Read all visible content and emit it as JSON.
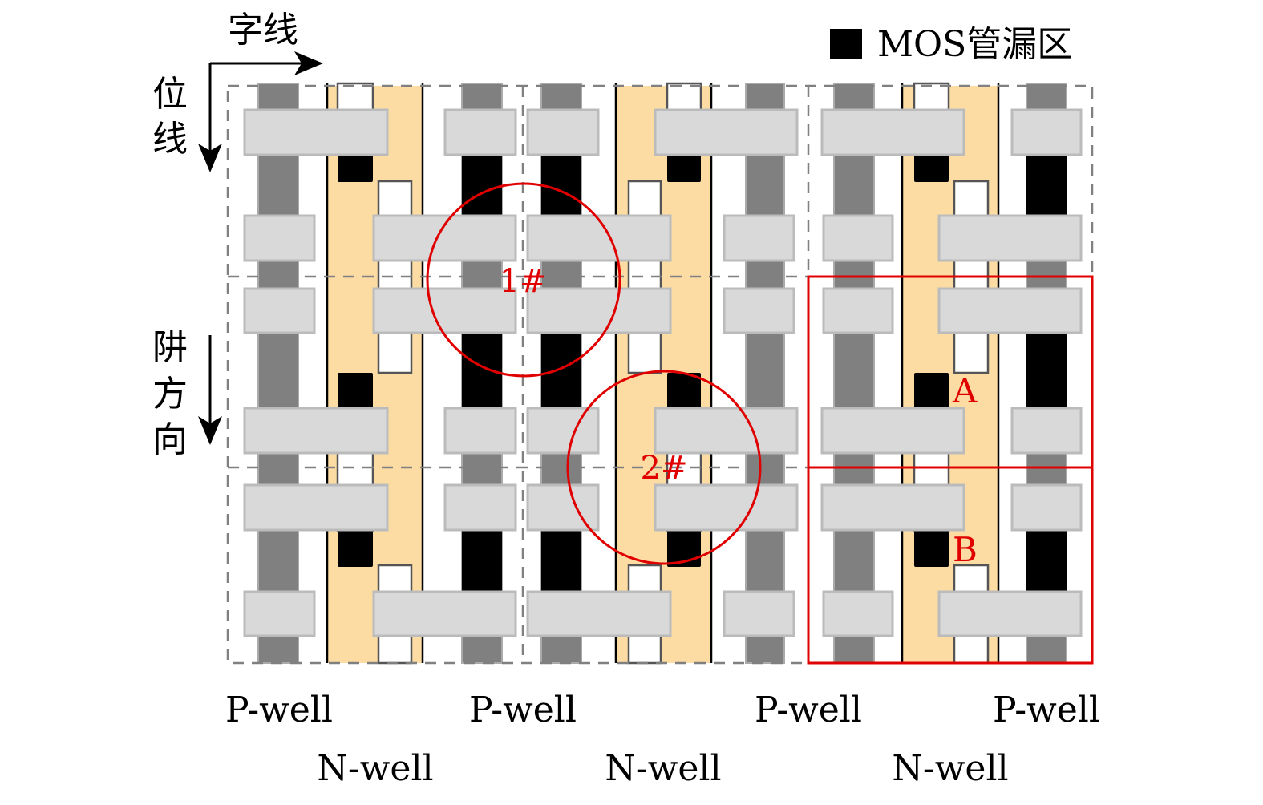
{
  "axes": {
    "word_line": "字线",
    "bit_line": [
      "位",
      "线"
    ],
    "well_direction": [
      "阱",
      "方",
      "向"
    ]
  },
  "legend": {
    "label": "MOS管漏区",
    "swatch_color": "#000000"
  },
  "markers": {
    "circle1": "1#",
    "circle2": "2#",
    "point_a": "A",
    "point_b": "B"
  },
  "wells": {
    "p_wells": [
      "P-well",
      "P-well",
      "P-well",
      "P-well"
    ],
    "n_wells": [
      "N-well",
      "N-well",
      "N-well"
    ]
  },
  "colors": {
    "n_well": "#fddca4",
    "poly": "#d9d9d9",
    "active": "#808080",
    "highlight": "#e00000"
  }
}
